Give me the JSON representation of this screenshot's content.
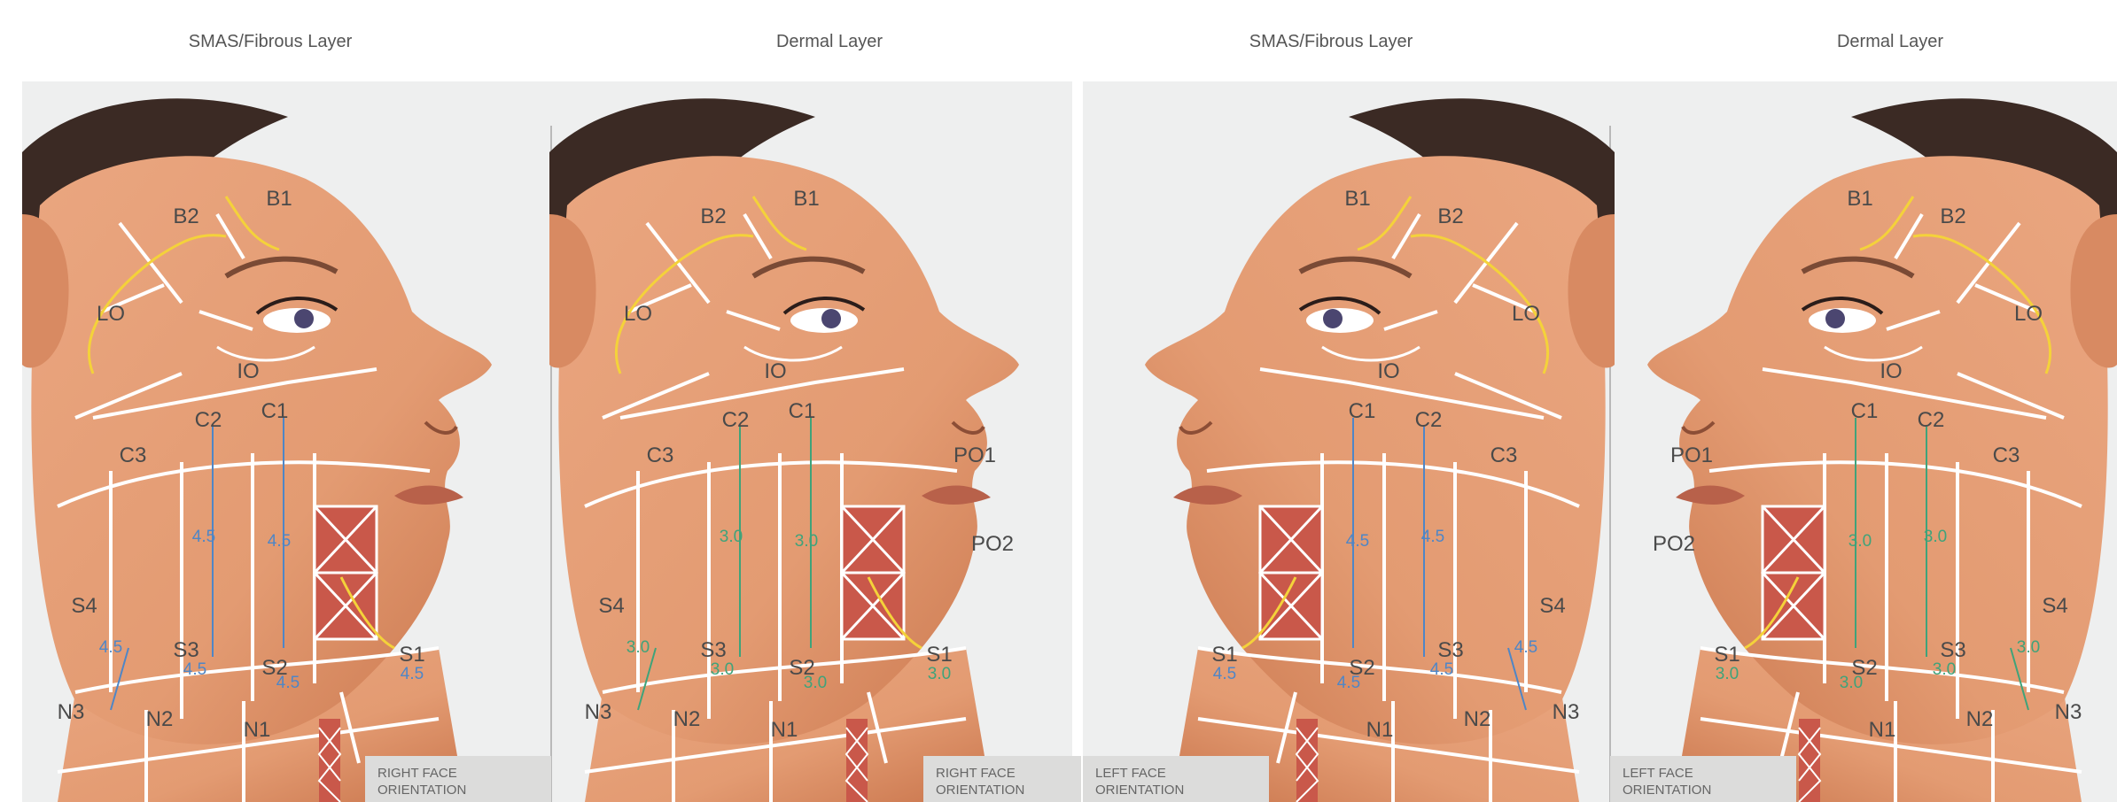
{
  "headings": {
    "right_smas": "SMAS/Fibrous Layer",
    "right_dermal": "Dermal Layer",
    "left_smas": "SMAS/Fibrous Layer",
    "left_dermal": "Dermal Layer"
  },
  "orientation": {
    "right": [
      "RIGHT FACE",
      "ORIENTATION"
    ],
    "left": [
      "LEFT FACE",
      "ORIENTATION"
    ]
  },
  "zones": {
    "B1": "B1",
    "B2": "B2",
    "LO": "LO",
    "IO": "IO",
    "C1": "C1",
    "C2": "C2",
    "C3": "C3",
    "PO1": "PO1",
    "PO2": "PO2",
    "S1": "S1",
    "S2": "S2",
    "S3": "S3",
    "S4": "S4",
    "N1": "N1",
    "N2": "N2",
    "N3": "N3"
  },
  "depths": {
    "smas": "4.5",
    "dermal": "3.0"
  },
  "colors": {
    "panel_bg": "#eeefef",
    "skin": "#e39b72",
    "skin_dark": "#c9754c",
    "hair": "#3b2a24",
    "zone_line": "#ffffff",
    "nerve": "#f4d23a",
    "smas_depth": "#4f86c6",
    "dermal_depth": "#3fa37a",
    "hatch": "#c9584a"
  }
}
